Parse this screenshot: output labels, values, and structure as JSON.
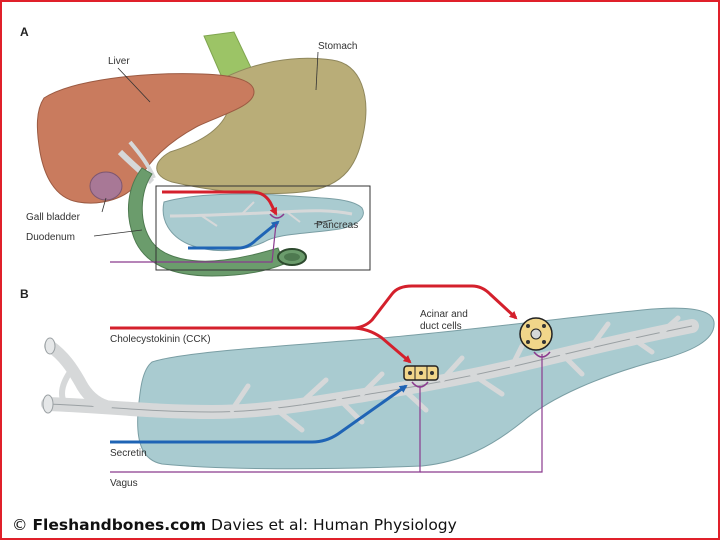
{
  "panel_a": {
    "letter": "A",
    "labels": {
      "liver": "Liver",
      "stomach": "Stomach",
      "gall_bladder": "Gall bladder",
      "duodenum": "Duodenum",
      "pancreas": "Pancreas"
    }
  },
  "panel_b": {
    "letter": "B",
    "labels": {
      "cck": "Cholecystokinin (CCK)",
      "acinar_line1": "Acinar and",
      "acinar_line2": "duct cells",
      "secretin": "Secretin",
      "vagus": "Vagus"
    }
  },
  "credit": {
    "copyright": "©",
    "site": "Fleshandbones.com",
    "source": "Davies et al: Human Physiology"
  },
  "colors": {
    "liver": "#c97b5e",
    "stomach": "#b9ad78",
    "oesophagus": "#9cc466",
    "gall_bladder": "#a87896",
    "duodenum": "#6b9c6c",
    "pancreas": "#a9cbd0",
    "duct": "#d6d8d9",
    "cck_red": "#d4202c",
    "secretin_blue": "#1f64b5",
    "vagus_purple": "#8a3a8e",
    "cell_yellow": "#f1d68a",
    "frame_red": "#e0202a"
  }
}
